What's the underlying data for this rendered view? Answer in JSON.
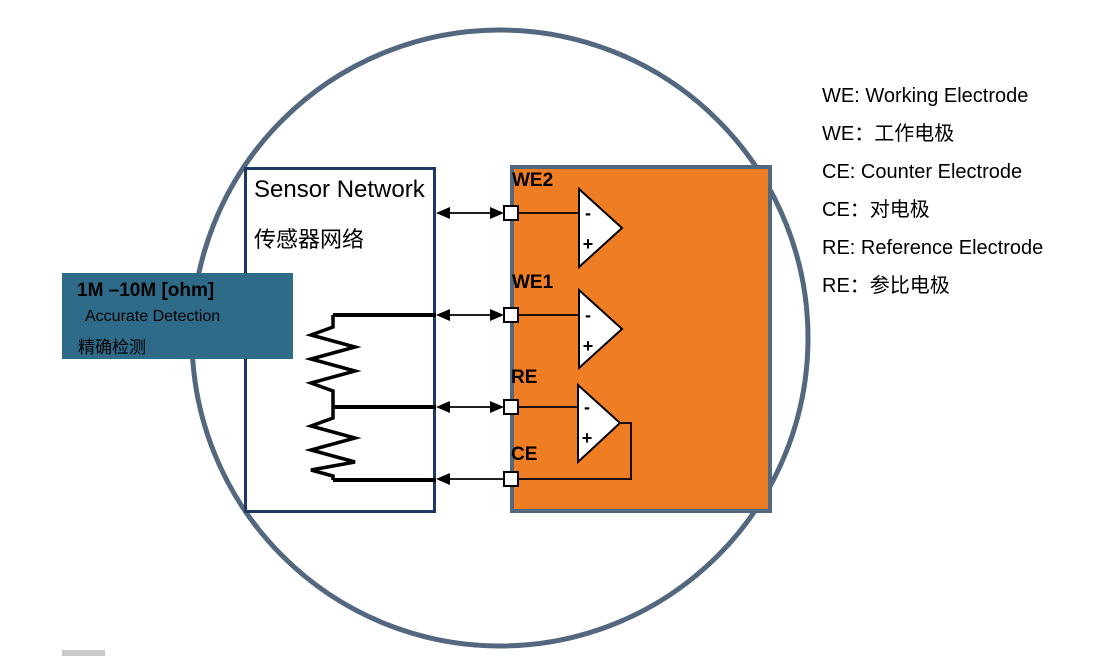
{
  "colors": {
    "circle_stroke": "#53687E",
    "orange_fill": "#EF7D23",
    "orange_border": "#53687E",
    "sensor_border": "#1F3864",
    "callout_fill": "#2E6B89",
    "wire": "#000000",
    "terminal_fill": "#FFFFFF"
  },
  "sensor_box": {
    "title": "Sensor Network",
    "subtitle": "传感器网络"
  },
  "callout": {
    "title": "1M –10M [ohm]",
    "line2": "Accurate Detection",
    "line3": "精确检测"
  },
  "terminals": [
    {
      "label": "WE2"
    },
    {
      "label": "WE1"
    },
    {
      "label": "RE"
    },
    {
      "label": "CE"
    }
  ],
  "opamp_signs": {
    "minus": "-",
    "plus": "+"
  },
  "legend": {
    "items": [
      "WE: Working Electrode",
      "WE：工作电极",
      "CE: Counter Electrode",
      "CE：对电极",
      "RE: Reference Electrode",
      "RE：参比电极"
    ]
  }
}
